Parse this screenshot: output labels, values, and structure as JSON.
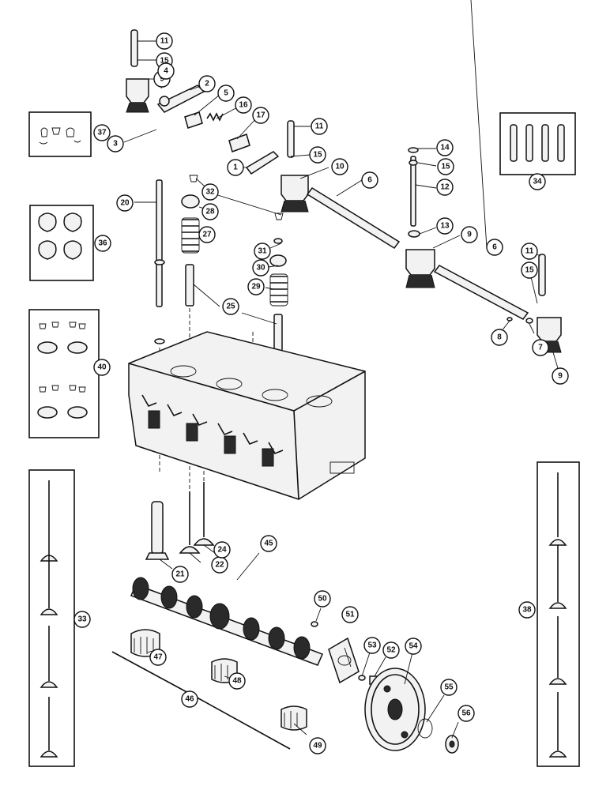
{
  "callouts": [
    {
      "id": "c11a",
      "label": "11"
    },
    {
      "id": "c15a",
      "label": "15"
    },
    {
      "id": "c9a",
      "label": "9"
    },
    {
      "id": "c4",
      "label": "4"
    },
    {
      "id": "c2",
      "label": "2"
    },
    {
      "id": "c5",
      "label": "5"
    },
    {
      "id": "c16",
      "label": "16"
    },
    {
      "id": "c17",
      "label": "17"
    },
    {
      "id": "c11b",
      "label": "11"
    },
    {
      "id": "c15b",
      "label": "15"
    },
    {
      "id": "c10",
      "label": "10"
    },
    {
      "id": "c6a",
      "label": "6"
    },
    {
      "id": "c14",
      "label": "14"
    },
    {
      "id": "c15c",
      "label": "15"
    },
    {
      "id": "c12",
      "label": "12"
    },
    {
      "id": "c13",
      "label": "13"
    },
    {
      "id": "c9b",
      "label": "9"
    },
    {
      "id": "c6b",
      "label": "6"
    },
    {
      "id": "c11c",
      "label": "11"
    },
    {
      "id": "c15d",
      "label": "15"
    },
    {
      "id": "c8",
      "label": "8"
    },
    {
      "id": "c7",
      "label": "7"
    },
    {
      "id": "c9c",
      "label": "9"
    },
    {
      "id": "c37",
      "label": "37"
    },
    {
      "id": "c3",
      "label": "3"
    },
    {
      "id": "c1",
      "label": "1"
    },
    {
      "id": "c32",
      "label": "32"
    },
    {
      "id": "c34",
      "label": "34"
    },
    {
      "id": "c20",
      "label": "20"
    },
    {
      "id": "c28",
      "label": "28"
    },
    {
      "id": "c36",
      "label": "36"
    },
    {
      "id": "c27",
      "label": "27"
    },
    {
      "id": "c31",
      "label": "31"
    },
    {
      "id": "c30",
      "label": "30"
    },
    {
      "id": "c29",
      "label": "29"
    },
    {
      "id": "c25",
      "label": "25"
    },
    {
      "id": "c40",
      "label": "40"
    },
    {
      "id": "c21",
      "label": "21"
    },
    {
      "id": "c22",
      "label": "22"
    },
    {
      "id": "c24",
      "label": "24"
    },
    {
      "id": "c45",
      "label": "45"
    },
    {
      "id": "c50",
      "label": "50"
    },
    {
      "id": "c33",
      "label": "33"
    },
    {
      "id": "c38",
      "label": "38"
    },
    {
      "id": "c51",
      "label": "51"
    },
    {
      "id": "c53",
      "label": "53"
    },
    {
      "id": "c52",
      "label": "52"
    },
    {
      "id": "c54",
      "label": "54"
    },
    {
      "id": "c47",
      "label": "47"
    },
    {
      "id": "c55",
      "label": "55"
    },
    {
      "id": "c56",
      "label": "56"
    },
    {
      "id": "c48",
      "label": "48"
    },
    {
      "id": "c46",
      "label": "46"
    },
    {
      "id": "c49",
      "label": "49"
    }
  ]
}
